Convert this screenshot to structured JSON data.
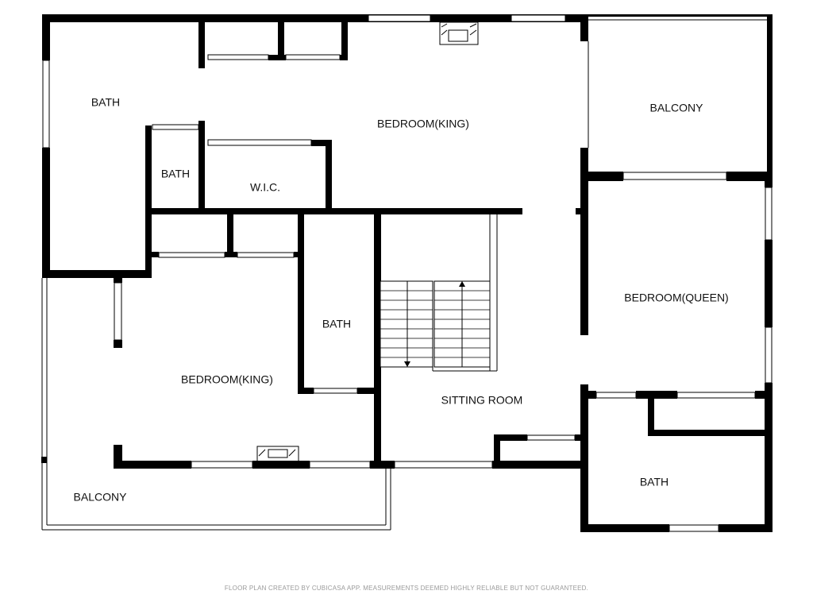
{
  "rooms": {
    "bath_nw": "BATH",
    "bath_small": "BATH",
    "wic": "W.I.C.",
    "bedroom_king_top": "BEDROOM(KING)",
    "balcony_ne": "BALCONY",
    "bedroom_queen": "BEDROOM(QUEEN)",
    "bath_center": "BATH",
    "bedroom_king_bottom": "BEDROOM(KING)",
    "sitting_room": "SITTING ROOM",
    "bath_se": "BATH",
    "balcony_sw": "BALCONY"
  },
  "footer": "FLOOR PLAN CREATED BY CUBICASA APP. MEASUREMENTS DEEMED HIGHLY RELIABLE BUT NOT GUARANTEED."
}
